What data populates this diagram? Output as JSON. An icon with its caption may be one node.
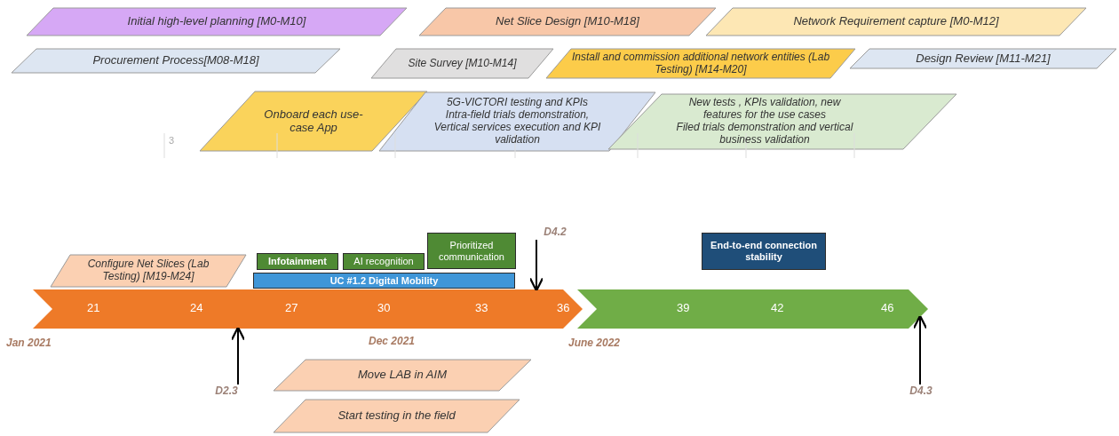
{
  "diagram": {
    "nodes": [
      {
        "text": [
          "Initial high-level planning [M0-M10]"
        ]
      },
      {
        "text": [
          "Net Slice Design [M10-M18]"
        ]
      },
      {
        "text": [
          "Network Requirement capture [M0-M12]"
        ]
      },
      {
        "text": [
          "Procurement Process[M08-M18]"
        ]
      },
      {
        "text": [
          "Site Survey [M10-M14]"
        ]
      },
      {
        "text": [
          "Install and commission additional network entities (Lab Testing) [M14-M20]"
        ]
      },
      {
        "text": [
          "Design Review [M11-M21]"
        ]
      },
      {
        "text": [
          "Onboard each use-case App"
        ]
      },
      {
        "text": [
          "5G-VICTORI testing and KPIs",
          "Intra-field trials demonstration, Vertical services execution and KPI validation"
        ]
      },
      {
        "text": [
          "New tests , KPIs validation, new features for the use cases",
          "Filed trials demonstration and vertical business validation"
        ]
      },
      {
        "text": [
          "Configure Net Slices (Lab Testing) [M19-M24]"
        ]
      },
      {
        "text": [
          "Infotainment"
        ]
      },
      {
        "text": [
          "AI recognition"
        ]
      },
      {
        "text": [
          "Prioritized communication"
        ]
      },
      {
        "text": [
          "UC #1.2 Digital Mobility"
        ]
      },
      {
        "text": [
          "D4.2"
        ]
      },
      {
        "text": [
          "End-to-end connection stability"
        ]
      },
      {
        "text": [
          "21",
          "24",
          "27",
          "30",
          "33",
          "36"
        ]
      },
      {
        "text": [
          "39",
          "42",
          "46"
        ]
      },
      {
        "text": [
          "Move LAB in AIM"
        ]
      },
      {
        "text": [
          "Start testing in the field"
        ]
      },
      {
        "text": [
          "D2.3"
        ]
      },
      {
        "text": [
          "D4.3"
        ]
      }
    ],
    "edges": [
      {
        "from": 21,
        "to": 17,
        "arrow": "to"
      },
      {
        "from": 15,
        "to": 17,
        "arrow": "to"
      },
      {
        "from": 22,
        "to": 18,
        "arrow": "to"
      }
    ],
    "labels": [
      "3",
      "Jan 2021",
      "Dec 2021",
      "June 2022"
    ]
  }
}
